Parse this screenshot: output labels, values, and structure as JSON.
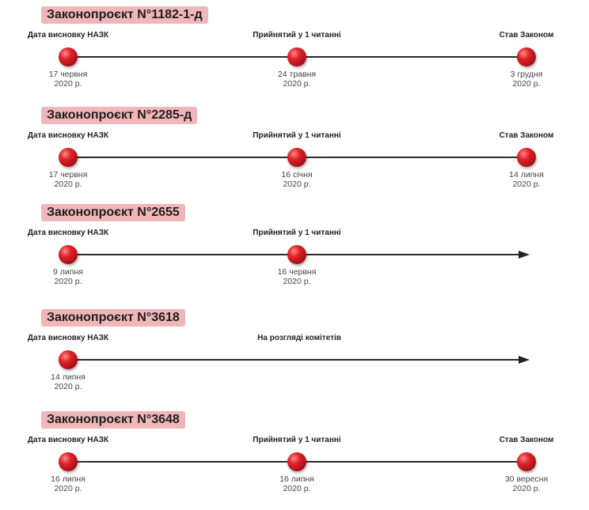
{
  "bills": [
    {
      "title": "Законопроєкт N°1182-1-д",
      "milestones": [
        {
          "label": "Дата висновку НАЗК",
          "date_line1": "17 червня",
          "date_line2": "2020 р.",
          "marker": true
        },
        {
          "label": "Прийнятий у 1 читанні",
          "date_line1": "24 травня",
          "date_line2": "2020 р.",
          "marker": true
        },
        {
          "label": "Став Законом",
          "date_line1": "3 грудня",
          "date_line2": "2020 р.",
          "marker": true
        }
      ],
      "open_ended": false
    },
    {
      "title": "Законопроєкт N°2285-д",
      "milestones": [
        {
          "label": "Дата висновку НАЗК",
          "date_line1": "17 червня",
          "date_line2": "2020 р.",
          "marker": true
        },
        {
          "label": "Прийнятий у 1 читанні",
          "date_line1": "16 січня",
          "date_line2": "2020 р.",
          "marker": true
        },
        {
          "label": "Став Законом",
          "date_line1": "14 липня",
          "date_line2": "2020 р.",
          "marker": true
        }
      ],
      "open_ended": false
    },
    {
      "title": "Законопроєкт N°2655",
      "milestones": [
        {
          "label": "Дата висновку НАЗК",
          "date_line1": "9 липня",
          "date_line2": "2020 р.",
          "marker": true
        },
        {
          "label": "Прийнятий у 1 читанні",
          "date_line1": "16 червня",
          "date_line2": "2020 р.",
          "marker": true
        }
      ],
      "open_ended": true
    },
    {
      "title": "Законопроєкт N°3618",
      "milestones": [
        {
          "label": "Дата висновку НАЗК",
          "date_line1": "14 липня",
          "date_line2": "2020 р.",
          "marker": true
        },
        {
          "label": "На розгляді комітетів",
          "date_line1": "",
          "date_line2": "",
          "marker": false
        }
      ],
      "open_ended": true
    },
    {
      "title": "Законопроєкт N°3648",
      "milestones": [
        {
          "label": "Дата висновку НАЗК",
          "date_line1": "16 липня",
          "date_line2": "2020 р.",
          "marker": true
        },
        {
          "label": "Прийнятий у 1 читанні",
          "date_line1": "16 липня",
          "date_line2": "2020 р.",
          "marker": true
        },
        {
          "label": "Став Законом",
          "date_line1": "30 вересня",
          "date_line2": "2020 р.",
          "marker": true
        }
      ],
      "open_ended": false
    }
  ],
  "colors": {
    "badge": "#f0b6b8",
    "marker": "#d41f27",
    "line": "#2a2a2a"
  }
}
